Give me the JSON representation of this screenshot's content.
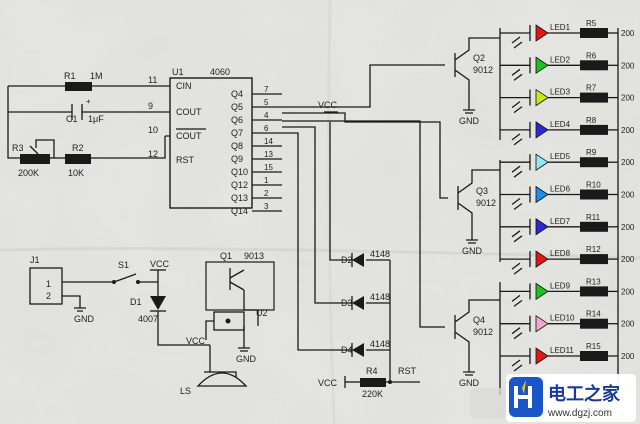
{
  "chip": {
    "ref": "U1",
    "part": "4060",
    "left_pins": [
      {
        "num": "11",
        "name": "CIN"
      },
      {
        "num": "9",
        "name": "COUT"
      },
      {
        "num": "10",
        "name": "COUT"
      },
      {
        "num": "12",
        "name": "RST"
      }
    ],
    "right_pins": [
      {
        "name": "Q4",
        "num": "7"
      },
      {
        "name": "Q5",
        "num": "5"
      },
      {
        "name": "Q6",
        "num": "4"
      },
      {
        "name": "Q7",
        "num": "6"
      },
      {
        "name": "Q8",
        "num": "14"
      },
      {
        "name": "Q9",
        "num": "13"
      },
      {
        "name": "Q10",
        "num": "15"
      },
      {
        "name": "Q12",
        "num": "1"
      },
      {
        "name": "Q13",
        "num": "2"
      },
      {
        "name": "Q14",
        "num": "3"
      }
    ]
  },
  "resistors": {
    "r1": {
      "ref": "R1",
      "value": "1M"
    },
    "r2": {
      "ref": "R2",
      "value": "10K"
    },
    "r3": {
      "ref": "R3",
      "value": "200K"
    },
    "r4": {
      "ref": "R4",
      "value": "220K"
    }
  },
  "capacitor": {
    "ref": "C1",
    "value": "1μF",
    "polarity": "+"
  },
  "transistors": [
    {
      "ref": "Q2",
      "part": "9012"
    },
    {
      "ref": "Q3",
      "part": "9012"
    },
    {
      "ref": "Q4",
      "part": "9012"
    }
  ],
  "q1": {
    "ref": "Q1",
    "part": "9013"
  },
  "diodes": [
    {
      "ref": "D2",
      "part": "4148"
    },
    {
      "ref": "D3",
      "part": "4148"
    },
    {
      "ref": "D4",
      "part": "4148"
    }
  ],
  "d1": {
    "ref": "D1",
    "part": "4007"
  },
  "j1": {
    "ref": "J1",
    "pin1": "1",
    "pin2": "2"
  },
  "s1": {
    "ref": "S1"
  },
  "u2": {
    "ref": "U2"
  },
  "ls": {
    "ref": "LS"
  },
  "net": {
    "vcc": "VCC",
    "gnd": "GND",
    "rst": "RST"
  },
  "leds": [
    {
      "ref": "LED1",
      "res": "R5",
      "val": "200",
      "color": "#e01818"
    },
    {
      "ref": "LED2",
      "res": "R6",
      "val": "200",
      "color": "#1ec21e"
    },
    {
      "ref": "LED3",
      "res": "R7",
      "val": "200",
      "color": "#c8e619"
    },
    {
      "ref": "LED4",
      "res": "R8",
      "val": "200",
      "color": "#2a2ad2"
    },
    {
      "ref": "LED5",
      "res": "R9",
      "val": "200",
      "color": "#8ee8f0"
    },
    {
      "ref": "LED6",
      "res": "R10",
      "val": "200",
      "color": "#1c8ee8"
    },
    {
      "ref": "LED7",
      "res": "R11",
      "val": "200",
      "color": "#2a2ad2"
    },
    {
      "ref": "LED8",
      "res": "R12",
      "val": "200",
      "color": "#e01818"
    },
    {
      "ref": "LED9",
      "res": "R13",
      "val": "200",
      "color": "#1ec21e"
    },
    {
      "ref": "LED10",
      "res": "R14",
      "val": "200",
      "color": "#f0a8c8"
    },
    {
      "ref": "LED11",
      "res": "R15",
      "val": "200",
      "color": "#e01818"
    }
  ],
  "watermark": {
    "name": "电工之家",
    "url": "www.dgzj.com"
  }
}
